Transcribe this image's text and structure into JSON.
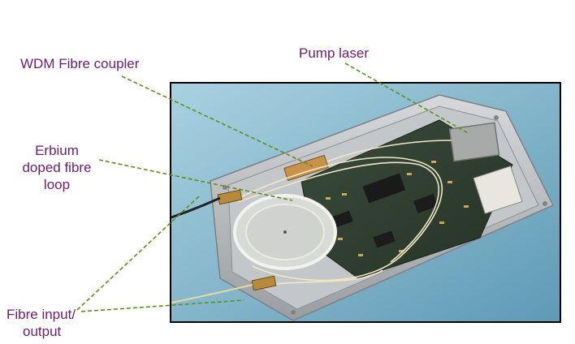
{
  "labels": {
    "pump_laser": "Pump laser",
    "wdm_coupler": "WDM Fibre coupler",
    "erbium_line1": "Erbium",
    "erbium_line2": "doped fibre",
    "erbium_line3": "loop",
    "fibre_io_line1": "Fibre input/",
    "fibre_io_line2": "output"
  },
  "colors": {
    "label_text": "#6a1d6e",
    "leader_line": "#5f8f1e",
    "photo_background": "#7fb3c9",
    "enclosure": "#b9bcbf",
    "pcb": "#2f4030"
  }
}
